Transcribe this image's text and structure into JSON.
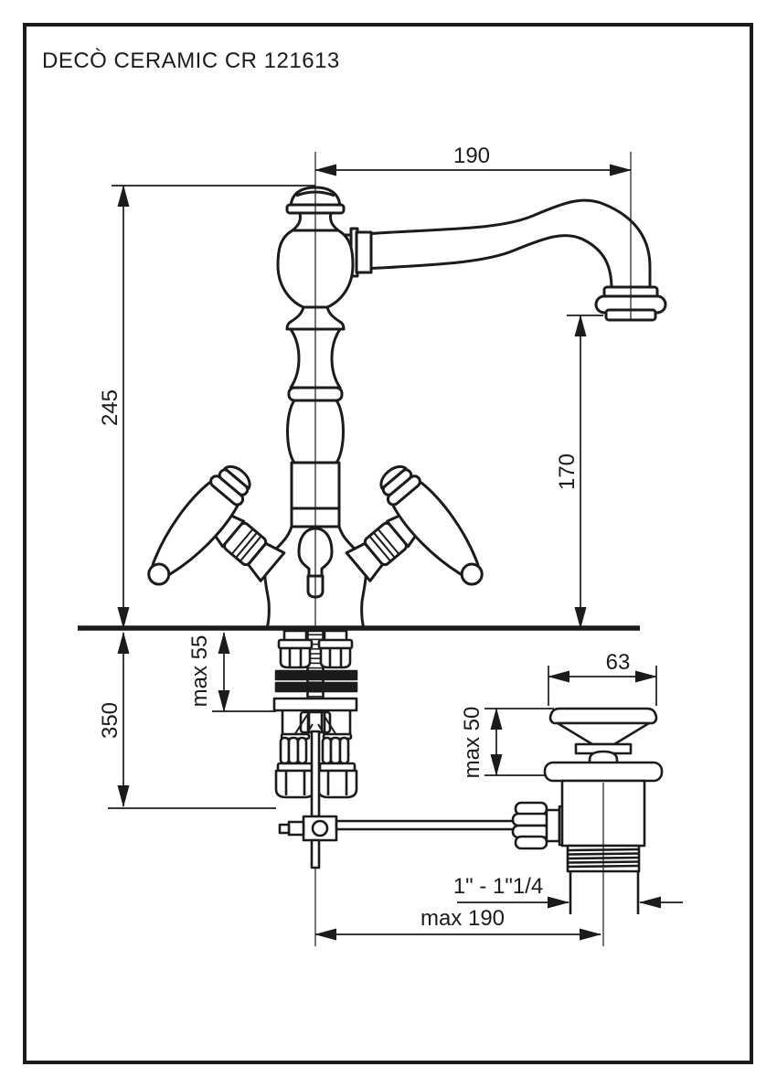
{
  "title": "DECÒ CERAMIC CR 121613",
  "drawing": {
    "subject": "single-hole two-handle basin mixer with swivel spout and pop-up waste",
    "view": "side elevation with below-deck installation detail"
  },
  "colors": {
    "line": "#1b1b1b",
    "background": "#ffffff"
  },
  "dimensions": {
    "spout_reach": "190",
    "total_height": "245",
    "spout_outlet_height": "170",
    "deck_max_thickness": "max 55",
    "supply_depth": "350",
    "basin_max_thickness": "max 50",
    "waste_flange_diameter": "63",
    "waste_thread": "1\" - 1\"1/4",
    "popup_rod_max_reach": "max 190"
  }
}
